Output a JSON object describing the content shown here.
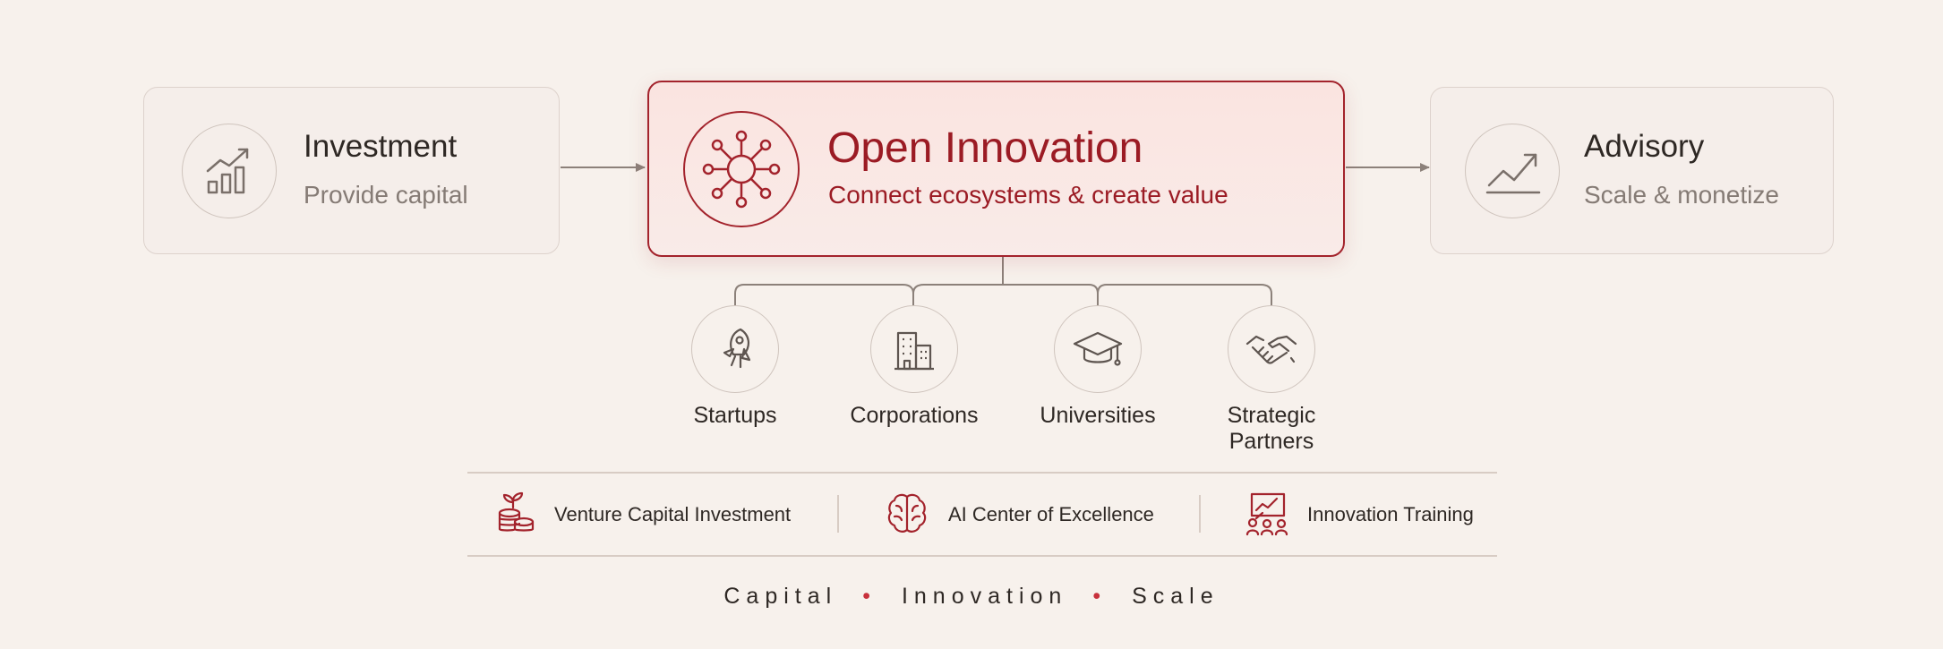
{
  "investment": {
    "title": "Investment",
    "subtitle": "Provide capital",
    "icon": "bar-chart-growth-icon"
  },
  "open_innovation": {
    "title": "Open Innovation",
    "subtitle": "Connect ecosystems & create value",
    "icon": "network-hub-icon"
  },
  "advisory": {
    "title": "Advisory",
    "subtitle": "Scale & monetize",
    "icon": "trend-up-icon"
  },
  "ecosystem": [
    {
      "label": "Startups",
      "icon": "rocket-icon"
    },
    {
      "label": "Corporations",
      "icon": "buildings-icon"
    },
    {
      "label": "Universities",
      "icon": "graduation-cap-icon"
    },
    {
      "label": "Strategic Partners",
      "icon": "handshake-icon"
    }
  ],
  "services": [
    {
      "label": "Venture Capital Investment",
      "icon": "seedling-coins-icon"
    },
    {
      "label": "AI Center of Excellence",
      "icon": "brain-icon"
    },
    {
      "label": "Innovation Training",
      "icon": "presentation-icon"
    }
  ],
  "tagline": [
    "Capital",
    "Innovation",
    "Scale"
  ],
  "colors": {
    "accent": "#a3232c",
    "muted_line": "#8c817a",
    "background": "#f7f1ec"
  }
}
